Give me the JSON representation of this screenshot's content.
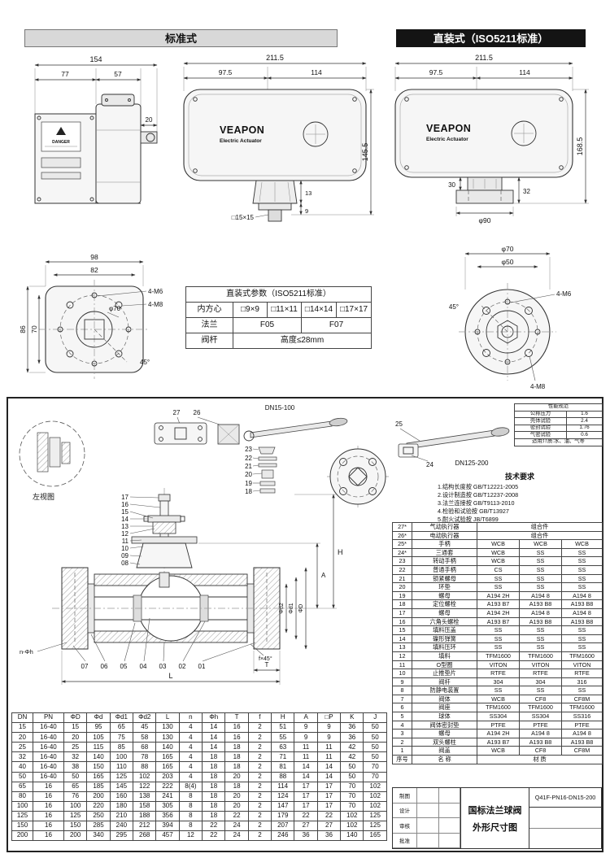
{
  "titles": {
    "standard": "标准式",
    "direct": "直装式（ISO5211标准）"
  },
  "actuator": {
    "brand": "VEAPON",
    "type": "Electric Actuator",
    "danger": "DANGER"
  },
  "std_front": {
    "w_total": "154",
    "w_left": "77",
    "w_right": "57",
    "gland": "20"
  },
  "std_side": {
    "w_total": "211.5",
    "w_left": "97.5",
    "w_right": "114",
    "h": "145.5",
    "drive": "□15×15",
    "d13": "13",
    "d9": "9"
  },
  "direct_side": {
    "w_total": "211.5",
    "w_left": "97.5",
    "w_right": "114",
    "h": "168.5",
    "neck": "30",
    "flange": "32",
    "dia": "φ90"
  },
  "mount_square": {
    "w": "98",
    "w2": "82",
    "m6": "4-M6",
    "m8": "4-M8",
    "dia": "φ70",
    "h": "86",
    "h2": "70",
    "angle": "45°"
  },
  "mount_round": {
    "d1": "φ70",
    "d2": "φ50",
    "m6": "4-M6",
    "m8": "4-M8",
    "angle": "45°"
  },
  "iso_table": {
    "rows": [
      [
        "@5:直装式参数（ISO5211标准）"
      ],
      [
        "内方心",
        "□9×9",
        "□11×11",
        "□14×14",
        "□17×17"
      ],
      [
        "法兰",
        "@2:F05",
        "@2:F07"
      ],
      [
        "阀杆",
        "@4:高度≤28mm"
      ]
    ]
  },
  "valve": {
    "left_view": "左视图",
    "range_small": "DN15-100",
    "range_large": "DN125-200",
    "callouts_top": [
      "27",
      "26"
    ],
    "callouts_handle": [
      "23",
      "22",
      "21",
      "20",
      "19",
      "18"
    ],
    "callouts_stem": [
      "17",
      "16",
      "15",
      "14",
      "13",
      "12",
      "11",
      "10",
      "09",
      "08"
    ],
    "callouts_body": [
      "07",
      "06",
      "05",
      "04",
      "03",
      "02",
      "01"
    ],
    "callouts_wrench": [
      "25",
      "24"
    ],
    "dim_labels": {
      "L": "L",
      "T": "T",
      "H": "H",
      "A": "A",
      "chamfer": "f×45°",
      "holes": "n-Φh",
      "bore2": "Φd2",
      "bore1": "Φd1",
      "od": "ΦD"
    }
  },
  "tech_req": {
    "title": "技术要求",
    "items": [
      "1.结构长度按 GB/T12221-2005",
      "2.设计制造按 GB/T12237-2008",
      "3.法兰连接按 GB/T9113-2010",
      "4.检验和试验按 GB/T13927",
      "5.耐火试验按 JB/T6899"
    ]
  },
  "spec_table": {
    "rows": [
      [
        "@2:性能规范"
      ],
      [
        "公称压力",
        "1.6"
      ],
      [
        "壳体试验",
        "2.4"
      ],
      [
        "密封试验",
        "1.76"
      ],
      [
        "气密试验",
        "0.6"
      ],
      [
        "@2:适用介质:水、油、气等"
      ]
    ]
  },
  "parts_table": {
    "rows": [
      [
        "27*",
        "气动执行器",
        "@3:组合件"
      ],
      [
        "26*",
        "电动执行器",
        "@3:组合件"
      ],
      [
        "25*",
        "手柄",
        "WCB",
        "WCB",
        "WCB"
      ],
      [
        "24*",
        "三通套",
        "WCB",
        "SS",
        "SS"
      ],
      [
        "23",
        "转动手柄",
        "WCB",
        "SS",
        "SS"
      ],
      [
        "22",
        "普通手柄",
        "CS",
        "SS",
        "SS"
      ],
      [
        "21",
        "锁紧螺母",
        "SS",
        "SS",
        "SS"
      ],
      [
        "20",
        "环垫",
        "SS",
        "SS",
        "SS"
      ],
      [
        "19",
        "螺母",
        "A194 2H",
        "A194 8",
        "A194 8"
      ],
      [
        "18",
        "定位螺栓",
        "A193 B7",
        "A193 B8",
        "A193 B8"
      ],
      [
        "17",
        "螺母",
        "A194 2H",
        "A194 8",
        "A194 8"
      ],
      [
        "16",
        "六角头螺栓",
        "A193 B7",
        "A193 B8",
        "A193 B8"
      ],
      [
        "15",
        "填料压盖",
        "SS",
        "SS",
        "SS"
      ],
      [
        "14",
        "碟形弹簧",
        "SS",
        "SS",
        "SS"
      ],
      [
        "13",
        "填料压环",
        "SS",
        "SS",
        "SS"
      ],
      [
        "12",
        "填料",
        "TFM1600",
        "TFM1600",
        "TFM1600"
      ],
      [
        "11",
        "O型圈",
        "VITON",
        "VITON",
        "VITON"
      ],
      [
        "10",
        "止推垫片",
        "RTFE",
        "RTFE",
        "RTFE"
      ],
      [
        "9",
        "阀杆",
        "304",
        "304",
        "316"
      ],
      [
        "8",
        "防静电装置",
        "SS",
        "SS",
        "SS"
      ],
      [
        "7",
        "阀体",
        "WCB",
        "CF8",
        "CF8M"
      ],
      [
        "6",
        "阀座",
        "TFM1600",
        "TFM1600",
        "TFM1600"
      ],
      [
        "5",
        "球体",
        "SS304",
        "SS304",
        "SS316"
      ],
      [
        "4",
        "阀体密封垫",
        "PTFE",
        "PTFE",
        "PTFE"
      ],
      [
        "3",
        "螺母",
        "A194 2H",
        "A194 8",
        "A194 8"
      ],
      [
        "2",
        "双头螺柱",
        "A193 B7",
        "A193 B8",
        "A193 B8"
      ],
      [
        "1",
        "阀盖",
        "WCB",
        "CF8",
        "CF8M"
      ],
      [
        "序号",
        "名  称",
        "@3:材  质"
      ]
    ]
  },
  "dim_table": {
    "rows": [
      [
        "DN",
        "PN",
        "ΦD",
        "Φd",
        "Φd1",
        "Φd2",
        "L",
        "n",
        "Φh",
        "T",
        "f",
        "H",
        "A",
        "□P",
        "K",
        "J"
      ],
      [
        "15",
        "16-40",
        "15",
        "95",
        "65",
        "45",
        "130",
        "4",
        "14",
        "16",
        "2",
        "51",
        "9",
        "9",
        "36",
        "50"
      ],
      [
        "20",
        "16-40",
        "20",
        "105",
        "75",
        "58",
        "130",
        "4",
        "14",
        "16",
        "2",
        "55",
        "9",
        "9",
        "36",
        "50"
      ],
      [
        "25",
        "16-40",
        "25",
        "115",
        "85",
        "68",
        "140",
        "4",
        "14",
        "18",
        "2",
        "63",
        "11",
        "11",
        "42",
        "50"
      ],
      [
        "32",
        "16-40",
        "32",
        "140",
        "100",
        "78",
        "165",
        "4",
        "18",
        "18",
        "2",
        "71",
        "11",
        "11",
        "42",
        "50"
      ],
      [
        "40",
        "16-40",
        "38",
        "150",
        "110",
        "88",
        "165",
        "4",
        "18",
        "18",
        "2",
        "81",
        "14",
        "14",
        "50",
        "70"
      ],
      [
        "50",
        "16-40",
        "50",
        "165",
        "125",
        "102",
        "203",
        "4",
        "18",
        "20",
        "2",
        "88",
        "14",
        "14",
        "50",
        "70"
      ],
      [
        "65",
        "16",
        "65",
        "185",
        "145",
        "122",
        "222",
        "8(4)",
        "18",
        "18",
        "2",
        "114",
        "17",
        "17",
        "70",
        "102"
      ],
      [
        "80",
        "16",
        "76",
        "200",
        "160",
        "138",
        "241",
        "8",
        "18",
        "20",
        "2",
        "124",
        "17",
        "17",
        "70",
        "102"
      ],
      [
        "100",
        "16",
        "100",
        "220",
        "180",
        "158",
        "305",
        "8",
        "18",
        "20",
        "2",
        "147",
        "17",
        "17",
        "70",
        "102"
      ],
      [
        "125",
        "16",
        "125",
        "250",
        "210",
        "188",
        "356",
        "8",
        "18",
        "22",
        "2",
        "179",
        "22",
        "22",
        "102",
        "125"
      ],
      [
        "150",
        "16",
        "150",
        "285",
        "240",
        "212",
        "394",
        "8",
        "22",
        "24",
        "2",
        "207",
        "27",
        "27",
        "102",
        "125"
      ],
      [
        "200",
        "16",
        "200",
        "340",
        "295",
        "268",
        "457",
        "12",
        "22",
        "24",
        "2",
        "246",
        "36",
        "36",
        "140",
        "165"
      ]
    ]
  },
  "title_block": {
    "product": "国标法兰球阀",
    "drawing": "外形尺寸图",
    "model": "Q41F-PN16-DN15-200",
    "cells": [
      "制图",
      "设计",
      "审核",
      "批准"
    ]
  }
}
